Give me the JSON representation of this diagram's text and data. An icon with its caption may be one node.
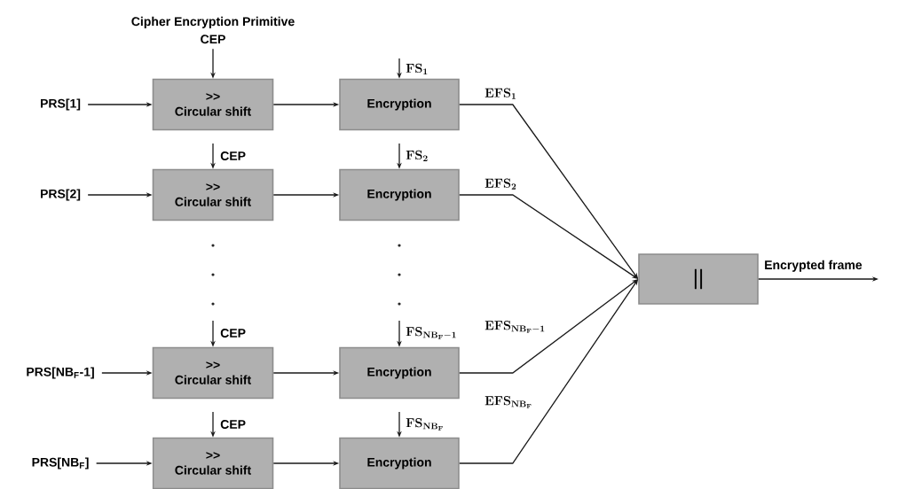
{
  "diagram": {
    "nodes": [
      {
        "text": [
          "Cipher Encryption Primitive",
          "CEP"
        ]
      },
      {
        "text": [
          "PRS[1]"
        ]
      },
      {
        "text": [
          "PRS[2]"
        ]
      },
      {
        "text": [
          "PRS[NB$_{F}$-1]"
        ]
      },
      {
        "text": [
          "PRS[NB$_{F}$]"
        ]
      },
      {
        "text": [
          ">>",
          "Circular shift"
        ]
      },
      {
        "text": [
          ">>",
          "Circular shift"
        ]
      },
      {
        "text": [
          ">>",
          "Circular shift"
        ]
      },
      {
        "text": [
          ">>",
          "Circular shift"
        ]
      },
      {
        "text": [
          "Encryption"
        ]
      },
      {
        "text": [
          "Encryption"
        ]
      },
      {
        "text": [
          "Encryption"
        ]
      },
      {
        "text": [
          "Encryption"
        ]
      },
      {
        "text": [
          "||"
        ]
      }
    ],
    "edges": [
      {
        "from": 0,
        "to": 5,
        "arrow": "to"
      },
      {
        "from": null,
        "to": 6,
        "arrow": "to",
        "label": "CEP"
      },
      {
        "from": null,
        "to": 7,
        "arrow": "to",
        "label": "CEP"
      },
      {
        "from": null,
        "to": 8,
        "arrow": "to",
        "label": "CEP"
      },
      {
        "from": 1,
        "to": 5,
        "arrow": "to"
      },
      {
        "from": 2,
        "to": 6,
        "arrow": "to"
      },
      {
        "from": 3,
        "to": 7,
        "arrow": "to"
      },
      {
        "from": 4,
        "to": 8,
        "arrow": "to"
      },
      {
        "from": 5,
        "to": 9,
        "arrow": "to"
      },
      {
        "from": 6,
        "to": 10,
        "arrow": "to"
      },
      {
        "from": 7,
        "to": 11,
        "arrow": "to"
      },
      {
        "from": 8,
        "to": 12,
        "arrow": "to"
      },
      {
        "from": null,
        "to": 9,
        "arrow": "to",
        "label": "\\mathbf{FS_{1}}"
      },
      {
        "from": null,
        "to": 10,
        "arrow": "to",
        "label": "\\mathbf{FS_{2}}"
      },
      {
        "from": null,
        "to": 11,
        "arrow": "to",
        "label": "\\mathbf{FS_{NB_F-1}}"
      },
      {
        "from": null,
        "to": 12,
        "arrow": "to",
        "label": "\\mathbf{FS_{NB_F}}"
      },
      {
        "from": 9,
        "to": 13,
        "arrow": "to",
        "label": "\\mathbf{EFS_{1}}"
      },
      {
        "from": 10,
        "to": 13,
        "arrow": "to",
        "label": "\\mathbf{EFS_{2}}"
      },
      {
        "from": 11,
        "to": 13,
        "arrow": "to",
        "label": "\\mathbf{EFS_{NB_F-1}}"
      },
      {
        "from": 12,
        "to": 13,
        "arrow": "to",
        "label": "\\mathbf{EFS_{NB_F}}"
      },
      {
        "from": 13,
        "to": null,
        "arrow": "to",
        "label": "Encrypted frame"
      }
    ]
  }
}
